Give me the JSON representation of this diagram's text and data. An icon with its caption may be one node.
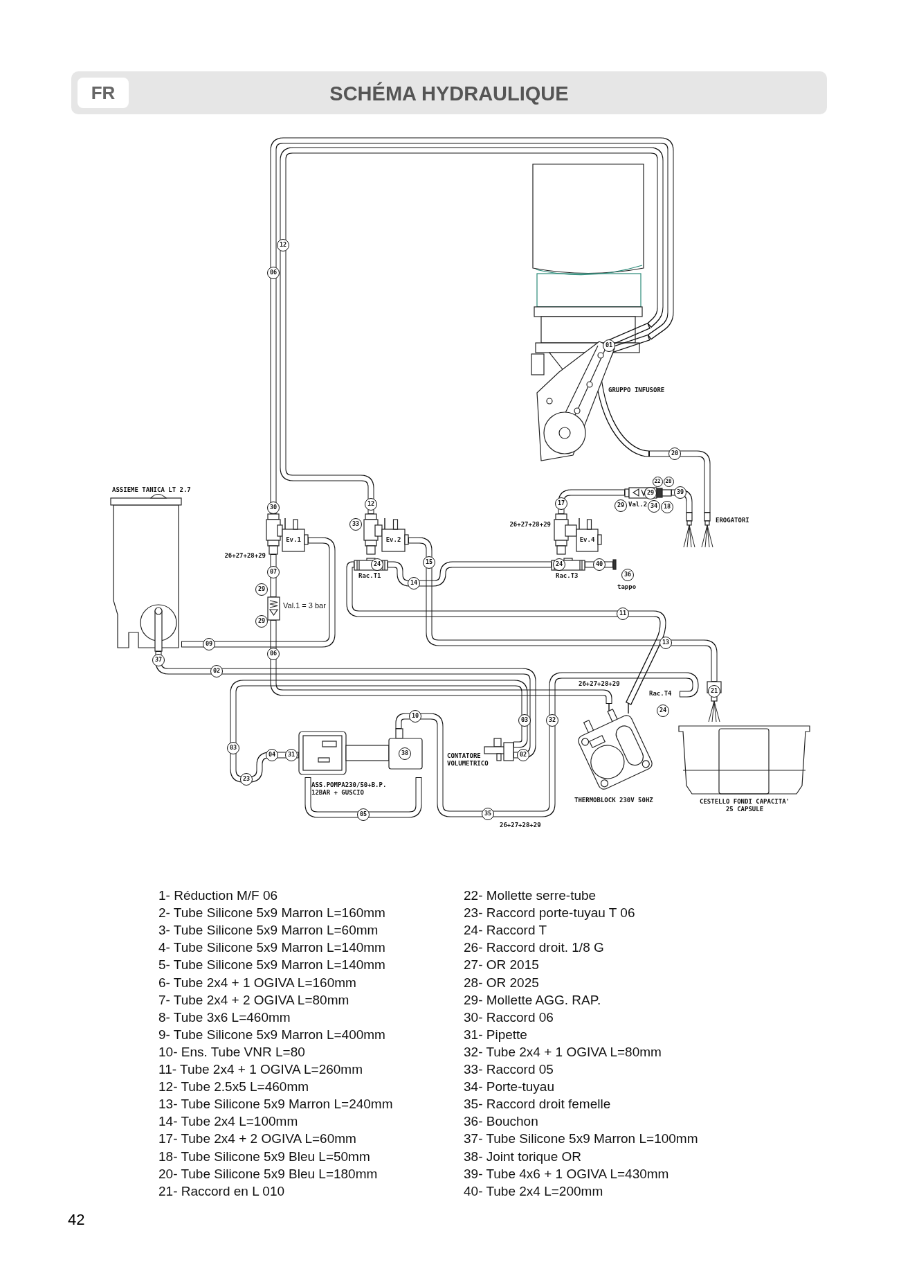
{
  "diagram": {
    "title": "SCHÉMA HYDRAULIQUE",
    "nodes": [
      {
        "text": [
          "GRUPPO INFUSORE"
        ]
      },
      {
        "text": [
          "Val.2"
        ]
      },
      {
        "text": [
          "EROGATORI"
        ]
      },
      {
        "text": [
          "ASSIEME TANICA LT 2.7"
        ]
      },
      {
        "text": [
          "Ev.1"
        ]
      },
      {
        "text": [
          "Ev.2"
        ]
      },
      {
        "text": [
          "Ev.4"
        ]
      },
      {
        "text": [
          "Rac.T1"
        ]
      },
      {
        "text": [
          "Rac.T3"
        ]
      },
      {
        "text": [
          "tappo"
        ]
      },
      {
        "text": [
          "Val.1 = 3 bar"
        ]
      },
      {
        "text": [],
        "shape": "nozzle"
      },
      {
        "text": [
          "Rac.T4"
        ]
      },
      {
        "text": [
          "THERMOBLOCK 230V 50HZ"
        ]
      },
      {
        "text": [
          "CONTATORE VOLUMETRICO"
        ]
      },
      {
        "text": [
          "CESTELLO FONDI CAPACITA' 25 CAPSULE"
        ]
      },
      {
        "text": [
          "ASS.POMPA230/50+B.P. 12BAR + GUSCIO"
        ]
      }
    ],
    "edges": [
      {
        "from": 5,
        "to": 0,
        "arrow": "none",
        "label": "12"
      },
      {
        "from": 4,
        "to": 0,
        "arrow": "none",
        "label": "06"
      },
      {
        "from": 4,
        "to": 10,
        "arrow": "none",
        "label": "07"
      },
      {
        "from": 4,
        "to": 3,
        "arrow": "none",
        "label": "09"
      },
      {
        "from": 10,
        "to": 13,
        "arrow": "none",
        "label": "06"
      },
      {
        "from": 3,
        "to": 14,
        "arrow": "none",
        "label": "02"
      },
      {
        "from": 14,
        "to": 16,
        "arrow": "none",
        "label": "03"
      },
      {
        "from": 16,
        "to": 16,
        "arrow": "none",
        "label": "05"
      },
      {
        "from": 16,
        "to": 12,
        "arrow": "none",
        "label": "10"
      },
      {
        "from": 13,
        "to": 7,
        "arrow": "none",
        "label": "11"
      },
      {
        "from": 7,
        "to": 8,
        "arrow": "none",
        "label": "14"
      },
      {
        "from": 5,
        "to": 11,
        "arrow": "none",
        "label": "13"
      },
      {
        "from": 6,
        "to": 1,
        "arrow": "none",
        "label": "17"
      },
      {
        "from": 8,
        "to": 9,
        "arrow": "none",
        "label": "40"
      },
      {
        "from": 1,
        "to": 2,
        "arrow": "none",
        "label": "39"
      },
      {
        "from": 0,
        "to": 2,
        "arrow": "none",
        "label": "20"
      }
    ],
    "labels": [
      "FR",
      "01",
      "22",
      "28",
      "29",
      "30",
      "12",
      "29",
      "34",
      "18",
      "33",
      "26+27+28+29",
      "26+27+28+29",
      "24",
      "15",
      "24",
      "36",
      "29",
      "29",
      "37",
      "26+27+28+29",
      "21",
      "24",
      "03",
      "32",
      "04",
      "31",
      "38",
      "02",
      "23",
      "35",
      "26+27+28+29",
      "1- Réduction M/F 06",
      "2- Tube Silicone 5x9 Marron L=160mm",
      "3- Tube Silicone 5x9 Marron L=60mm",
      "4- Tube Silicone 5x9 Marron L=140mm",
      "5- Tube Silicone 5x9 Marron L=140mm",
      "6- Tube 2x4 + 1 OGIVA L=160mm",
      "7- Tube 2x4 + 2 OGIVA L=80mm",
      "8- Tube 3x6 L=460mm",
      "9- Tube Silicone 5x9 Marron L=400mm",
      "10- Ens. Tube VNR L=80",
      "11- Tube 2x4 + 1 OGIVA L=260mm",
      "12- Tube 2.5x5 L=460mm",
      "13- Tube Silicone 5x9 Marron L=240mm",
      "14- Tube 2x4 L=100mm",
      "17- Tube 2x4 + 2 OGIVA L=60mm",
      "18- Tube Silicone 5x9 Bleu L=50mm",
      "20- Tube Silicone 5x9 Bleu L=180mm",
      "21- Raccord en L 010",
      "22- Mollette serre-tube",
      "23- Raccord porte-tuyau T 06",
      "24- Raccord T",
      "26- Raccord droit. 1/8 G",
      "27- OR 2015",
      "28- OR 2025",
      "29- Mollette AGG. RAP.",
      "30- Raccord 06",
      "31- Pipette",
      "32- Tube 2x4 + 1 OGIVA L=80mm",
      "33- Raccord 05",
      "34- Porte-tuyau",
      "35- Raccord droit femelle",
      "36- Bouchon",
      "37- Tube Silicone 5x9 Marron L=100mm",
      "38- Joint torique OR",
      "39- Tube 4x6 + 1 OGIVA L=430mm",
      "40- Tube 2x4 L=200mm",
      "42"
    ]
  }
}
